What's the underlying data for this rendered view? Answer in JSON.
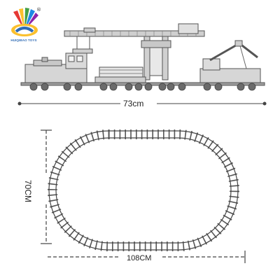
{
  "brand": {
    "name": "HUIQIBAO TOYS",
    "registered_mark": "®",
    "colors": [
      "#e53935",
      "#fbc02d",
      "#43a047",
      "#1e88e5",
      "#8e24aa"
    ]
  },
  "dimensions": {
    "train_width": "73cm",
    "track_height": "70CM",
    "track_length": "108CM"
  },
  "colors": {
    "line": "#555555",
    "track": "#444444",
    "model": "#7a7a7a"
  }
}
